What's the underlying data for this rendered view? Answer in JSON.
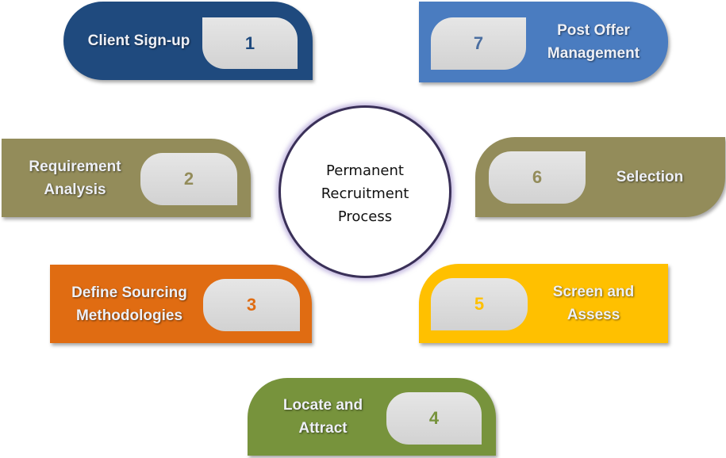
{
  "center": {
    "label": "Permanent\nRecruitment\nProcess"
  },
  "steps": [
    {
      "number": "1",
      "label": "Client Sign-up",
      "color": "#1f4a7e"
    },
    {
      "number": "2",
      "label": "Requirement\nAnalysis",
      "color": "#938c5a"
    },
    {
      "number": "3",
      "label": "Define Sourcing\nMethodologies",
      "color": "#e06c12"
    },
    {
      "number": "4",
      "label": "Locate and\nAttract",
      "color": "#77933c"
    },
    {
      "number": "5",
      "label": "Screen and\nAssess",
      "color": "#ffc000"
    },
    {
      "number": "6",
      "label": "Selection",
      "color": "#938c5a"
    },
    {
      "number": "7",
      "label": "Post Offer\nManagement",
      "color": "#4a7cc0"
    }
  ]
}
